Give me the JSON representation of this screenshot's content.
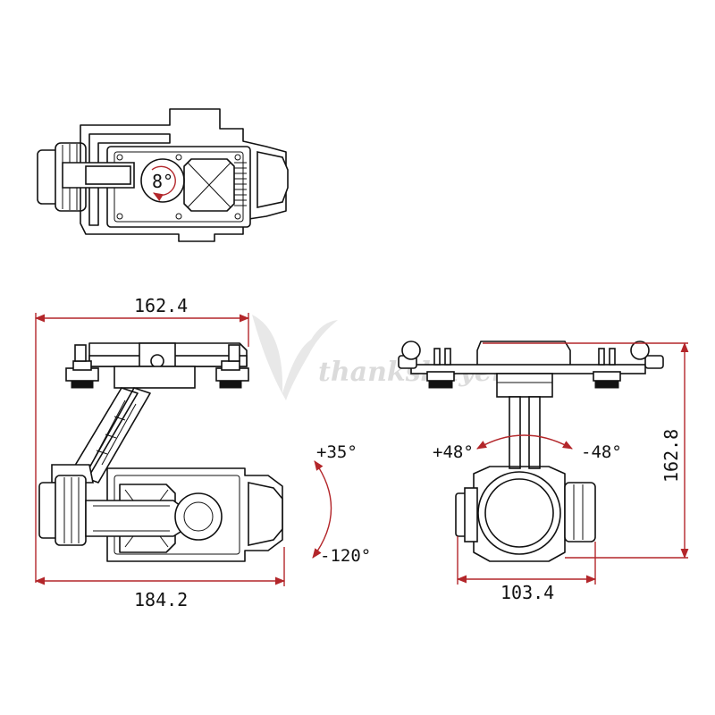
{
  "top_view": {
    "tilt_label": "8°"
  },
  "side_view": {
    "width_top": "162.4",
    "width_bottom": "184.2",
    "angle_up": "+35°",
    "angle_down": "-120°"
  },
  "front_view": {
    "angle_left": "+48°",
    "angle_right": "-48°",
    "height": "162.8",
    "width": "103.4"
  },
  "watermark": {
    "text": "thanksbuyer"
  },
  "colors": {
    "line": "#111111",
    "dimension": "#b3262a",
    "watermark": "#cfcfcf"
  }
}
